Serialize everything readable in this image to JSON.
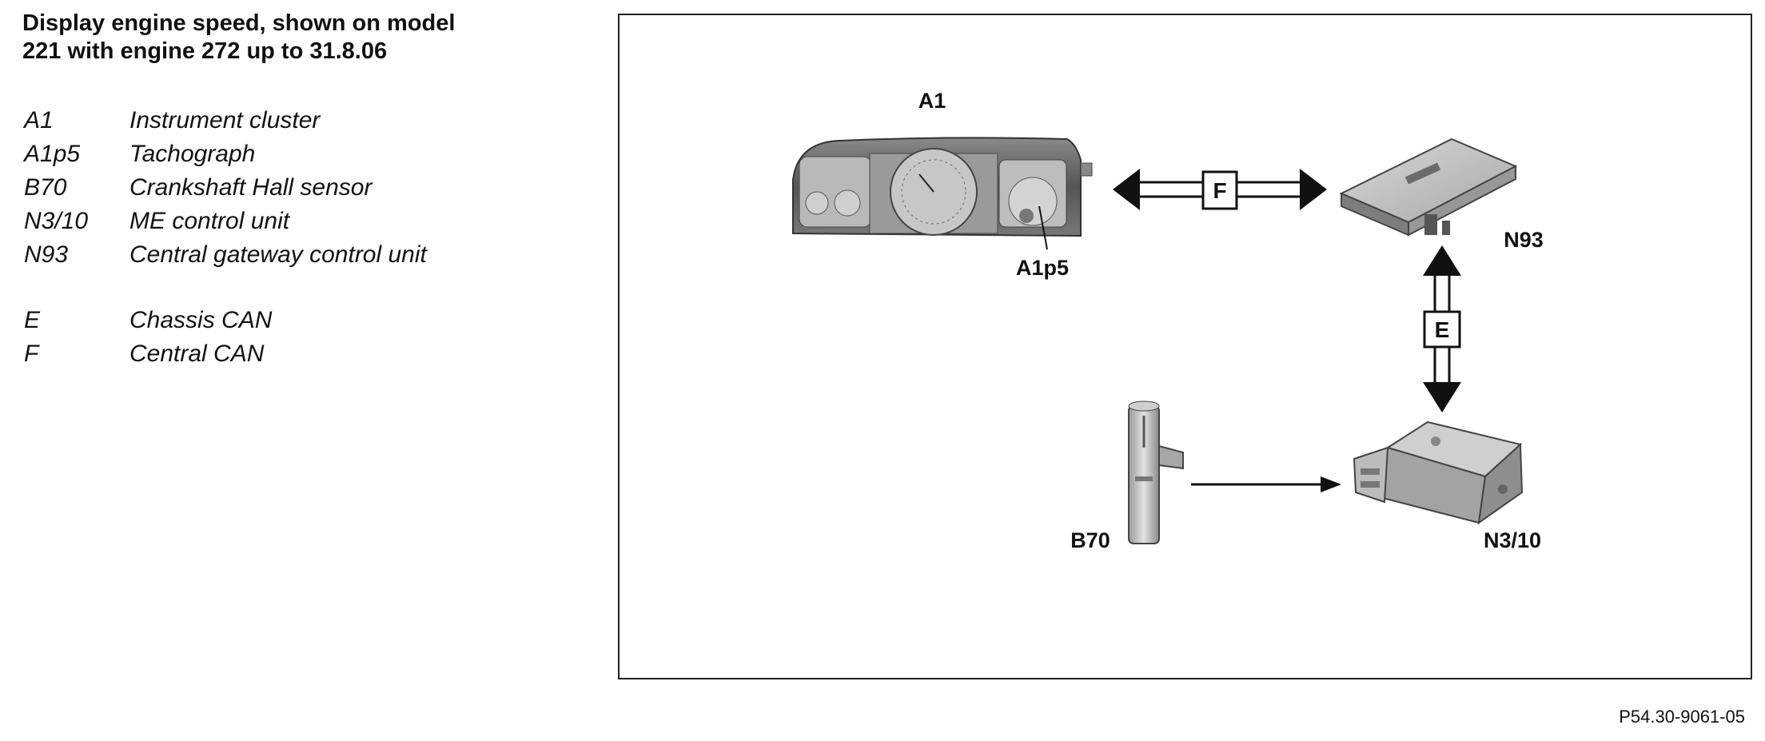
{
  "title": {
    "line1": "Display engine speed, shown on model",
    "line2": "221 with engine 272 up to 31.8.06"
  },
  "legend": [
    {
      "code": "A1",
      "desc": "Instrument cluster"
    },
    {
      "code": "A1p5",
      "desc": "Tachograph"
    },
    {
      "code": "B70",
      "desc": "Crankshaft Hall sensor"
    },
    {
      "code": "N3/10",
      "desc": "ME control unit"
    },
    {
      "code": "N93",
      "desc": "Central gateway control unit"
    }
  ],
  "legend_can": [
    {
      "code": "E",
      "desc": "Chassis CAN"
    },
    {
      "code": "F",
      "desc": "Central CAN"
    }
  ],
  "diagram": {
    "labels": {
      "a1": "A1",
      "a1p5": "A1p5",
      "n93": "N93",
      "b70": "B70",
      "n310": "N3/10"
    },
    "bus_f": "F",
    "bus_e": "E"
  },
  "reference": "P54.30-9061-05"
}
